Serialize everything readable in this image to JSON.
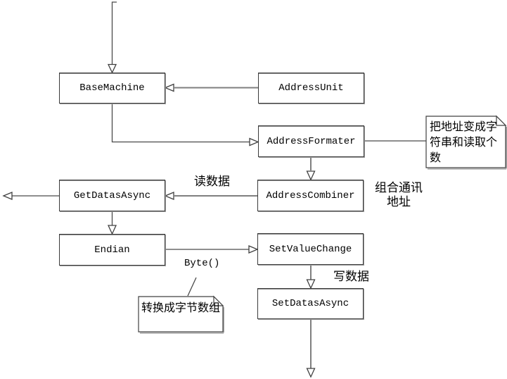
{
  "diagram": {
    "background_color": "#ffffff",
    "box_border_color": "#3a3a3a",
    "connector_thin_color": "#4a4a4a",
    "connector_thick_color": "#7f7f7f",
    "text_color": "#000000"
  },
  "nodes": [
    {
      "id": "basemachine",
      "label": "BaseMachine"
    },
    {
      "id": "addressunit",
      "label": "AddressUnit"
    },
    {
      "id": "addressformater",
      "label": "AddressFormater"
    },
    {
      "id": "getdatasasync",
      "label": "GetDatasAsync"
    },
    {
      "id": "addresscombiner",
      "label": "AddressCombiner"
    },
    {
      "id": "endian",
      "label": "Endian"
    },
    {
      "id": "setvaluechange",
      "label": "SetValueChange"
    },
    {
      "id": "setdatasasync",
      "label": "SetDatasAsync"
    }
  ],
  "notes": [
    {
      "id": "note-addressformater",
      "text": "把地址变成字符串和读取个数"
    },
    {
      "id": "note-endian",
      "text": "转换成字节数组"
    }
  ],
  "edge_labels": [
    {
      "id": "read-data",
      "text": "读数据"
    },
    {
      "id": "combine-address",
      "text": "组合通讯地址"
    },
    {
      "id": "byte-call",
      "text": "Byte()"
    },
    {
      "id": "write-data",
      "text": "写数据"
    }
  ]
}
